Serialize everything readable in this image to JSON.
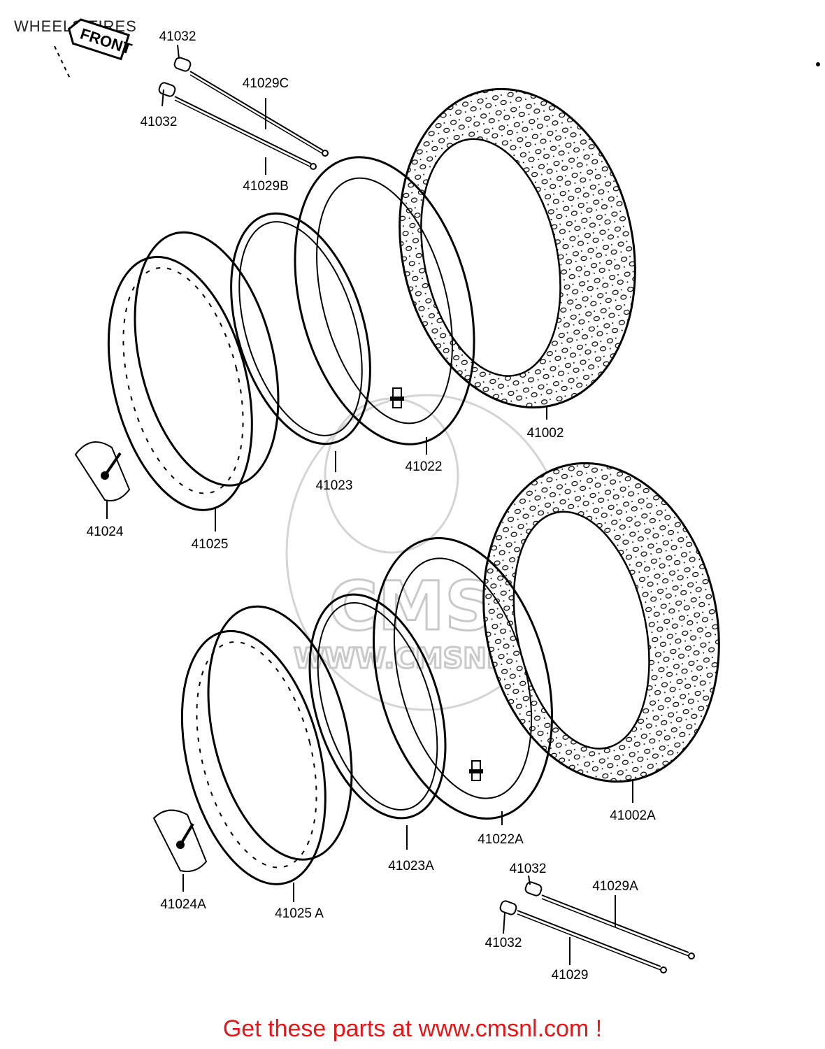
{
  "title": "WHEELS/TIRES",
  "front_label": "FRONT",
  "watermark": {
    "logo_text": "CMS",
    "url_text": "WWW.CMSNL.COM"
  },
  "parts": {
    "p41032_top": "41032",
    "p41029C": "41029C",
    "p41032_mid": "41032",
    "p41029B": "41029B",
    "p41002": "41002",
    "p41022": "41022",
    "p41023": "41023",
    "p41024": "41024",
    "p41025": "41025",
    "p41002A": "41002A",
    "p41022A": "41022A",
    "p41023A": "41023A",
    "p41024A": "41024A",
    "p41025A": "41025 A",
    "p41032_bot1": "41032",
    "p41029A": "41029A",
    "p41032_bot2": "41032",
    "p41029": "41029"
  },
  "footer": "Get these parts at www.cmsnl.com !",
  "colors": {
    "footer_text": "#e0181b",
    "line": "#000000",
    "watermark": "#c9c9c9"
  }
}
